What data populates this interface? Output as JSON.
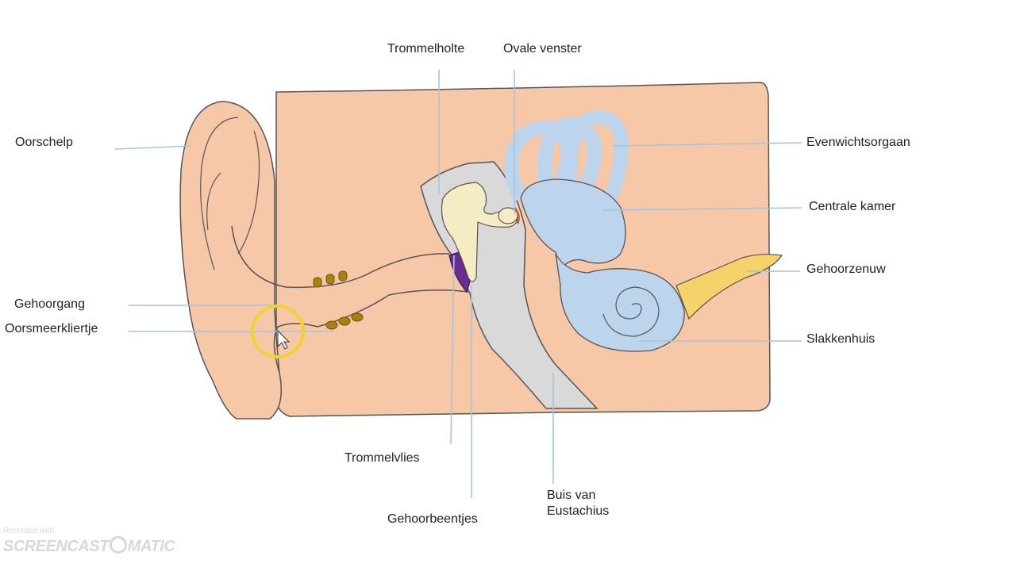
{
  "labels": {
    "oorschelp": "Oorschelp",
    "gehoorgang": "Gehoorgang",
    "oorsmeerkliertje": "Oorsmeerkliertje",
    "trommelholte": "Trommelholte",
    "ovale_venster": "Ovale venster",
    "evenwichtsorgaan": "Evenwichtsorgaan",
    "centrale_kamer": "Centrale kamer",
    "gehoorzenuw": "Gehoorzenuw",
    "slakkenhuis": "Slakkenhuis",
    "trommelvlies": "Trommelvlies",
    "gehoorbeentjes": "Gehoorbeentjes",
    "buis_van_eustachius": "Buis van Eustachius"
  },
  "watermark": {
    "small": "Recorded with",
    "big_left": "SCREENCAST",
    "big_right": "MATIC"
  },
  "colors": {
    "skin": "#f6c8a8",
    "bone": "#d9d9d9",
    "ossicles": "#f5ecc4",
    "inner_ear": "#bcd5ec",
    "nerve": "#f5d36a",
    "eardrum": "#6a2c91",
    "glands": "#a8820f",
    "leader_lines": "#a9c4da",
    "cursor_highlight": "#f2d22e"
  }
}
